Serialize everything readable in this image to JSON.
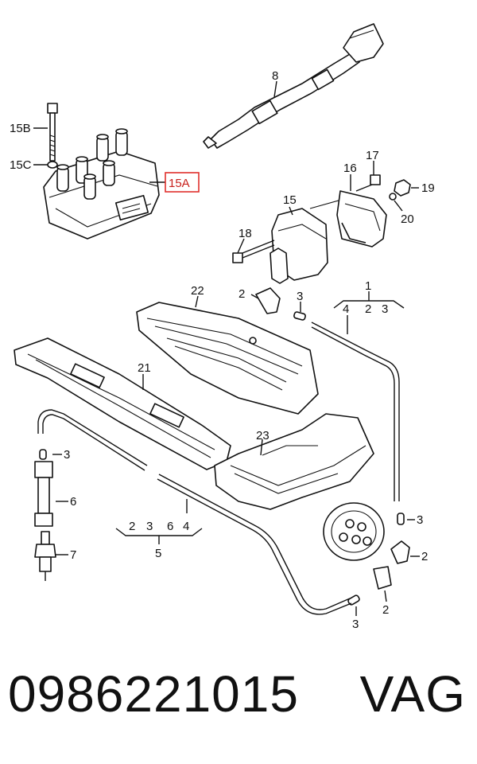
{
  "callouts": {
    "c1": "1",
    "c1_sub_4": "4",
    "c1_sub_2": "2",
    "c1_sub_3": "3",
    "c2a": "2",
    "c2b": "2",
    "c2c": "2",
    "c3a": "3",
    "c3b": "3",
    "c3c": "3",
    "c3d": "3",
    "c5": "5",
    "c5_sub_2": "2",
    "c5_sub_3": "3",
    "c5_sub_6": "6",
    "c5_sub_4": "4",
    "c6": "6",
    "c7": "7",
    "c8": "8",
    "c15": "15",
    "c15A": "15A",
    "c15B": "15B",
    "c15C": "15C",
    "c16": "16",
    "c17": "17",
    "c18": "18",
    "c19": "19",
    "c20": "20",
    "c21": "21",
    "c22": "22",
    "c23": "23"
  },
  "highlight": {
    "label": "15A",
    "color": "#e0302c"
  },
  "footer": {
    "part_number": "0986221015",
    "brand": "VAG"
  }
}
